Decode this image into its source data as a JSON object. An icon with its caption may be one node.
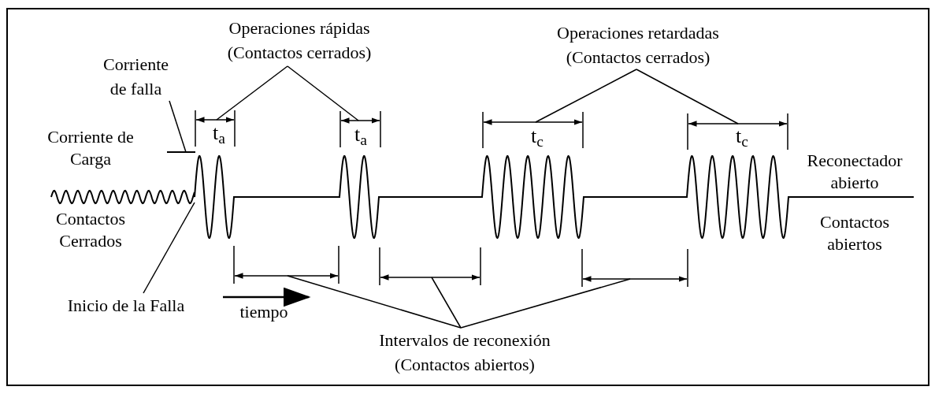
{
  "diagram": {
    "nodes": [
      {
        "text": [
          "Operaciones rápidas (Contactos cerrados)"
        ]
      },
      {
        "text": [
          "Operaciones retardadas (Contactos cerrados)"
        ]
      },
      {
        "text": [
          "Corriente de falla"
        ]
      },
      {
        "text": [
          "Inicio de la Falla"
        ]
      },
      {
        "text": [
          "Intervalos de reconexión (Contactos abiertos)"
        ]
      },
      {
        "text": [],
        "shape": "bar"
      },
      {
        "text": [],
        "shape": "bar"
      },
      {
        "text": [],
        "shape": "bar"
      },
      {
        "text": [],
        "shape": "bar"
      },
      {
        "text": [],
        "shape": "bar"
      },
      {
        "text": [],
        "shape": "bar"
      },
      {
        "text": [],
        "shape": "bar"
      },
      {
        "text": [],
        "shape": "bar"
      }
    ],
    "edges": [
      {
        "from": 0,
        "to": 5,
        "arrow": "none"
      },
      {
        "from": 0,
        "to": 6,
        "arrow": "none"
      },
      {
        "from": 1,
        "to": 7,
        "arrow": "none"
      },
      {
        "from": 1,
        "to": 8,
        "arrow": "none"
      },
      {
        "from": 2,
        "to": 12,
        "arrow": "none"
      },
      {
        "from": 3,
        "to": null,
        "arrow": "none"
      },
      {
        "from": 4,
        "to": 9,
        "arrow": "none"
      },
      {
        "from": 4,
        "to": 10,
        "arrow": "none"
      },
      {
        "from": 4,
        "to": 11,
        "arrow": "none"
      }
    ],
    "labels": [
      "Corriente de Carga",
      "Contactos Cerrados",
      "t$_{a}$",
      "t$_{a}$",
      "t$_{c}$",
      "t$_{c}$",
      "tiempo",
      "Reconectador abierto",
      "Contactos abiertos"
    ]
  }
}
